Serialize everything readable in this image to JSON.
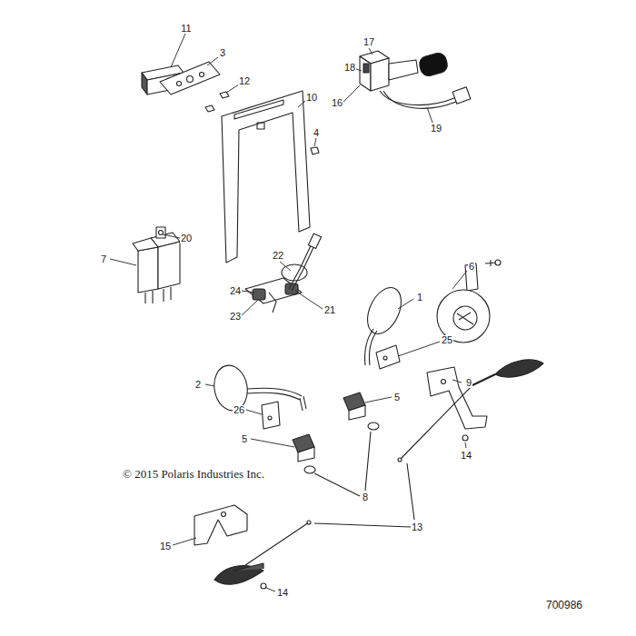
{
  "diagram": {
    "labels": [
      "11",
      "3",
      "12",
      "10",
      "4",
      "17",
      "18",
      "16",
      "19",
      "6",
      "20",
      "7",
      "22",
      "24",
      "23",
      "21",
      "1",
      "25",
      "2",
      "9",
      "26",
      "5",
      "5",
      "14",
      "8",
      "13",
      "15",
      "14",
      "© 2015 Polaris Industries Inc.",
      "700986"
    ]
  }
}
